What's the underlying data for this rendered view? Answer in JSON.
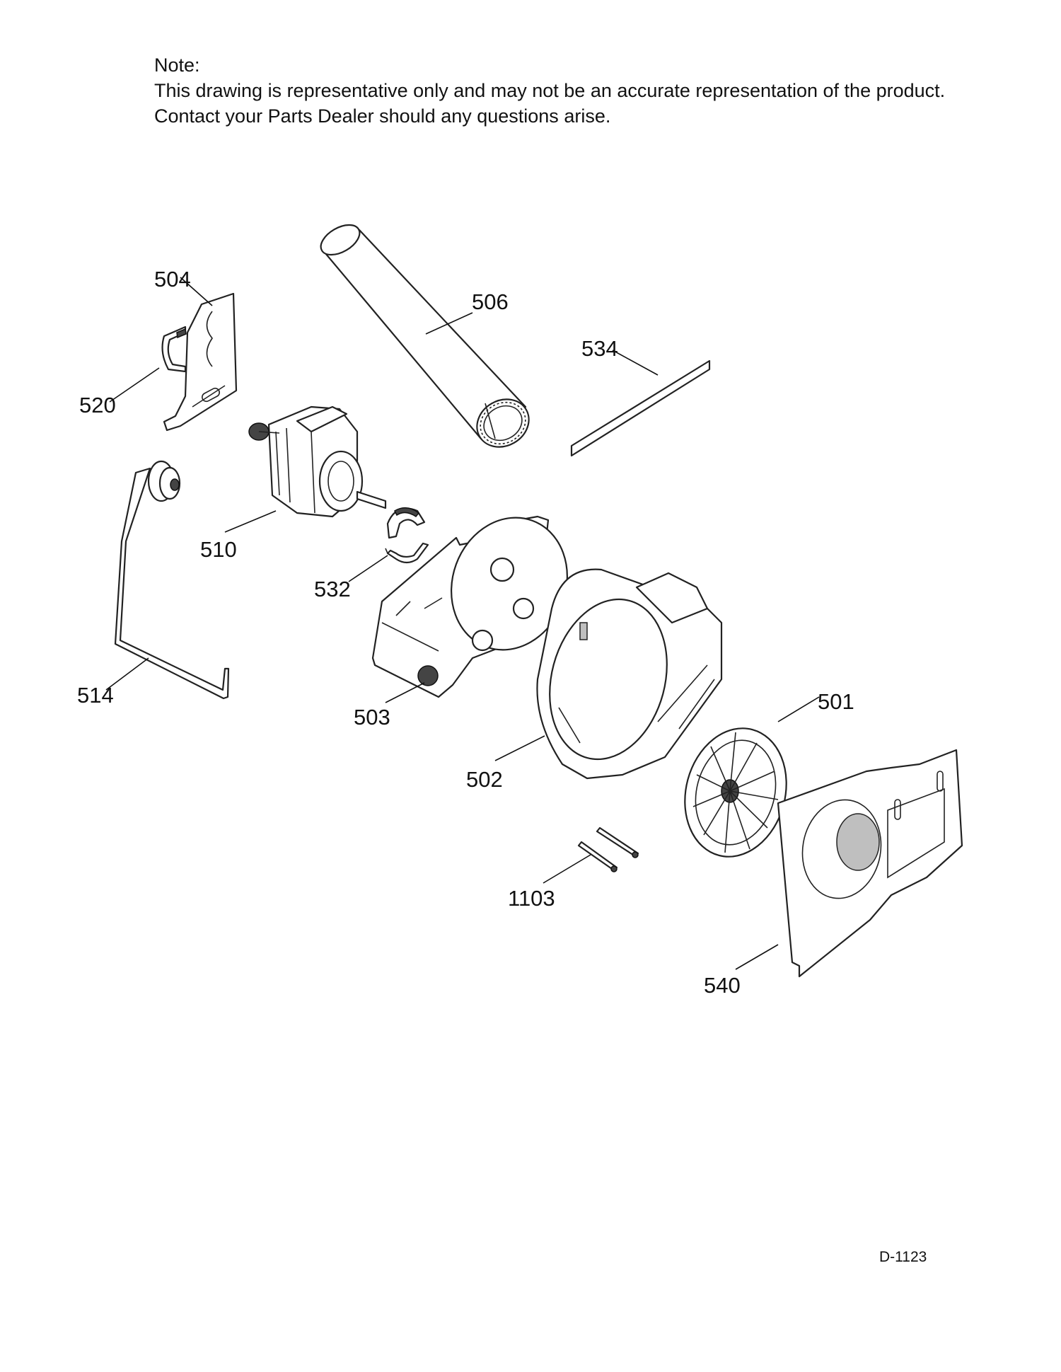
{
  "note": {
    "heading": "Note:",
    "line1": "This drawing is representative only and may not be an accurate representation of the product.",
    "line2": "Contact your Parts Dealer should any questions arise."
  },
  "document_id": "D-1123",
  "callouts": {
    "p501": "501",
    "p502": "502",
    "p503": "503",
    "p504": "504",
    "p506": "506",
    "p510": "510",
    "p514": "514",
    "p520": "520",
    "p532": "532",
    "p534": "534",
    "p540": "540",
    "p1103": "1103"
  }
}
